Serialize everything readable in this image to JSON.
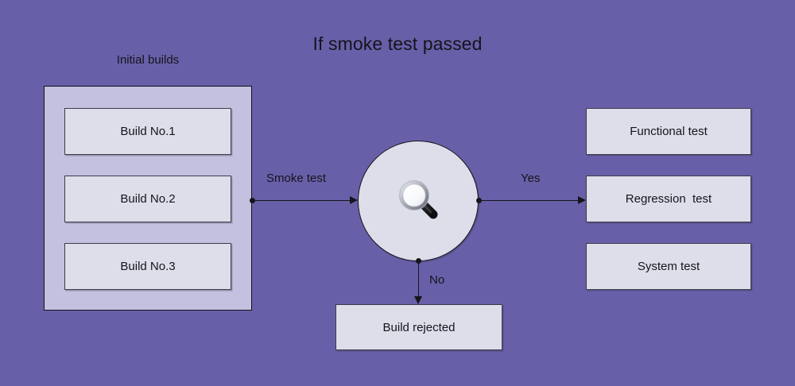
{
  "diagram": {
    "title": "If smoke test passed",
    "background_color": "#6760a8",
    "group_fill_color": "#c3c0e0",
    "node_fill_color": "#dedeeb",
    "stroke_color": "#15151c",
    "text_color": "#14141b"
  },
  "initial_builds": {
    "label": "Initial builds",
    "items": [
      {
        "label": "Build No.1"
      },
      {
        "label": "Build No.2"
      },
      {
        "label": "Build No.3"
      }
    ]
  },
  "decision": {
    "icon": "magnifying-glass-icon",
    "shape": "circle"
  },
  "edges": [
    {
      "label": "Smoke test",
      "from": "initial-builds",
      "to": "decision"
    },
    {
      "label": "Yes",
      "from": "decision",
      "to": "regression-test"
    },
    {
      "label": "No",
      "from": "decision",
      "to": "build-rejected"
    }
  ],
  "outcomes": {
    "pass": [
      {
        "label": "Functional test"
      },
      {
        "label": "Regression  test"
      },
      {
        "label": "System test"
      }
    ],
    "fail": {
      "label": "Build rejected"
    }
  }
}
